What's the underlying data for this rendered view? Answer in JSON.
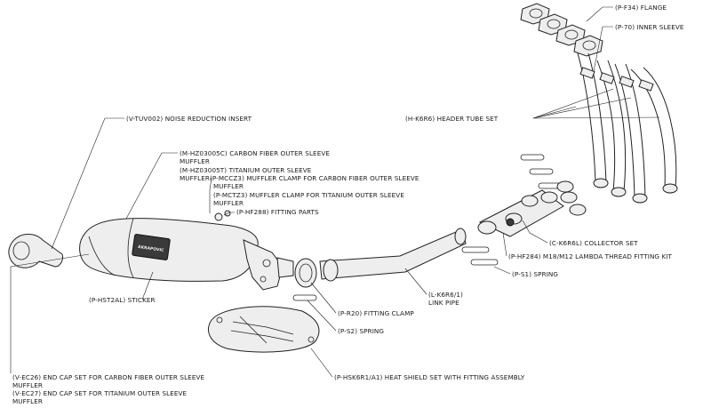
{
  "labels": {
    "flange": "(P-F34)  FLANGE",
    "inner_sleeve": "(P-70)  INNER SLEEVE",
    "header_tube": "(H-K6R6)  HEADER TUBE SET",
    "noise_insert": "(V-TUV002)  NOISE REDUCTION INSERT",
    "carbon_sleeve": "(M-HZ03005C)  CARBON FIBER OUTER SLEEVE",
    "carbon_sleeve_2": "MUFFLER",
    "titanium_sleeve": "(M-HZ03005T)  TITANIUM OUTER SLEEVE",
    "muffler_clamp_cf": "MUFFLER(P-MCCZ3)  MUFFLER CLAMP FOR CARBON FIBER OUTER SLEEVE",
    "muffler_clamp_cf_2": "MUFFLER",
    "muffler_clamp_ti": "(P-MCTZ3)  MUFFLER CLAMP FOR TITANIUM OUTER SLEEVE",
    "muffler_clamp_ti_2": "MUFFLER",
    "fitting_parts": "(P-HF288)  FITTING PARTS",
    "collector_set": "(C-K6R6L)  COLLECTOR SET",
    "lambda_fitting": "(P-HF284)  M18/M12 LAMBDA THREAD FITTING KIT",
    "spring_s1": "(P-S1)  SPRING",
    "link_pipe": "(L-K6R6/1)",
    "link_pipe_2": "LINK PIPE",
    "sticker": "(P-HST2AL)  STICKER",
    "fitting_clamp": "(P-R20)  FITTING CLAMP",
    "spring_s2": "(P-S2)  SPRING",
    "heat_shield": "(P-HSK6R1/A1)  HEAT SHIELD SET WITH FITTING ASSEMBLY",
    "end_cap_cf": "(V-EC26)  END CAP SET FOR CARBON FIBER OUTER SLEEVE",
    "end_cap_cf_2": "MUFFLER",
    "end_cap_ti": "(V-EC27)  END CAP SET FOR TITANIUM OUTER SLEEVE",
    "end_cap_ti_2": "MUFFLER"
  },
  "brand_logo": "AKRAPOVIC",
  "colors": {
    "line": "#222222",
    "logo": "#3a3a3a",
    "background": "#ffffff"
  }
}
